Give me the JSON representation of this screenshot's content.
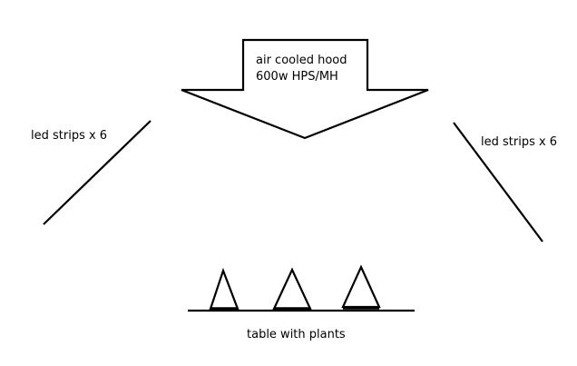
{
  "colors": {
    "background": "#ffffff",
    "ink": "#000000"
  },
  "hood": {
    "line1": "air cooled hood",
    "line2": "600w HPS/MH"
  },
  "left_strip": {
    "label": "led strips x 6"
  },
  "right_strip": {
    "label": "led strips x 6"
  },
  "table": {
    "label": "table with plants",
    "plant_count": 3
  }
}
